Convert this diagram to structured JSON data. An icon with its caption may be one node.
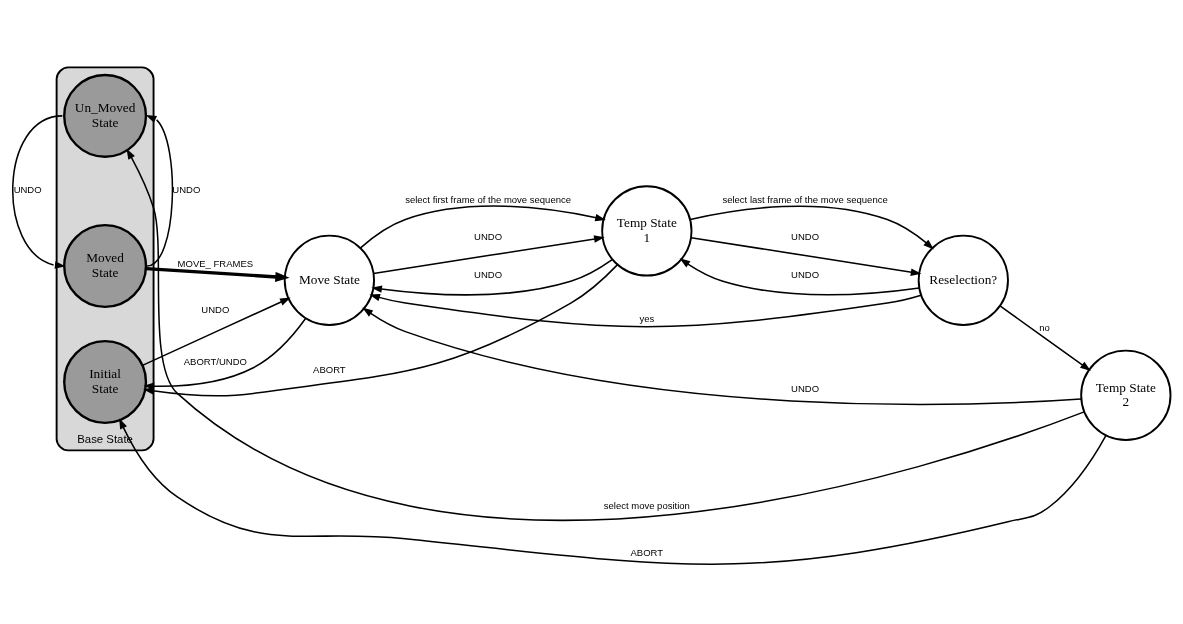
{
  "diagram": {
    "nodes": [
      {
        "text": [
          "Base State"
        ]
      },
      {
        "text": [
          "Un_Moved State"
        ],
        "in": 0
      },
      {
        "text": [
          "Moved State"
        ],
        "in": 0
      },
      {
        "text": [
          "Initial State"
        ],
        "in": 0
      },
      {
        "text": [
          "Move State"
        ]
      },
      {
        "text": [
          "Temp State 1"
        ]
      },
      {
        "text": [
          "Reselection?"
        ]
      },
      {
        "text": [
          "Temp State 2"
        ]
      }
    ],
    "edges": [
      {
        "from": 1,
        "to": 2,
        "arrow": "to",
        "label": "UNDO"
      },
      {
        "from": 2,
        "to": 1,
        "arrow": "to",
        "label": "UNDO"
      },
      {
        "from": 2,
        "to": 4,
        "arrow": "to",
        "label": "MOVE_ FRAMES",
        "style": "thick"
      },
      {
        "from": 3,
        "to": 4,
        "arrow": "to",
        "label": "UNDO"
      },
      {
        "from": 4,
        "to": 5,
        "arrow": "to",
        "label": "select first frame of the move sequence"
      },
      {
        "from": 5,
        "to": 4,
        "arrow": "to",
        "label": "UNDO"
      },
      {
        "from": 4,
        "to": 5,
        "arrow": "to",
        "label": "UNDO"
      },
      {
        "from": 5,
        "to": 6,
        "arrow": "to",
        "label": "select last frame of the move sequence"
      },
      {
        "from": 6,
        "to": 5,
        "arrow": "to",
        "label": "UNDO"
      },
      {
        "from": 5,
        "to": 6,
        "arrow": "to",
        "label": "UNDO"
      },
      {
        "from": 6,
        "to": 4,
        "arrow": "to",
        "label": "yes"
      },
      {
        "from": 6,
        "to": 7,
        "arrow": "to",
        "label": "no"
      },
      {
        "from": 7,
        "to": 4,
        "arrow": "to",
        "label": "UNDO"
      },
      {
        "from": 7,
        "to": 1,
        "arrow": "to",
        "label": "select move position"
      },
      {
        "from": 4,
        "to": 3,
        "arrow": "to",
        "label": "ABORT/UNDO"
      },
      {
        "from": 5,
        "to": 3,
        "arrow": "to",
        "label": "ABORT"
      },
      {
        "from": 7,
        "to": 3,
        "arrow": "to",
        "label": "ABORT"
      }
    ]
  }
}
